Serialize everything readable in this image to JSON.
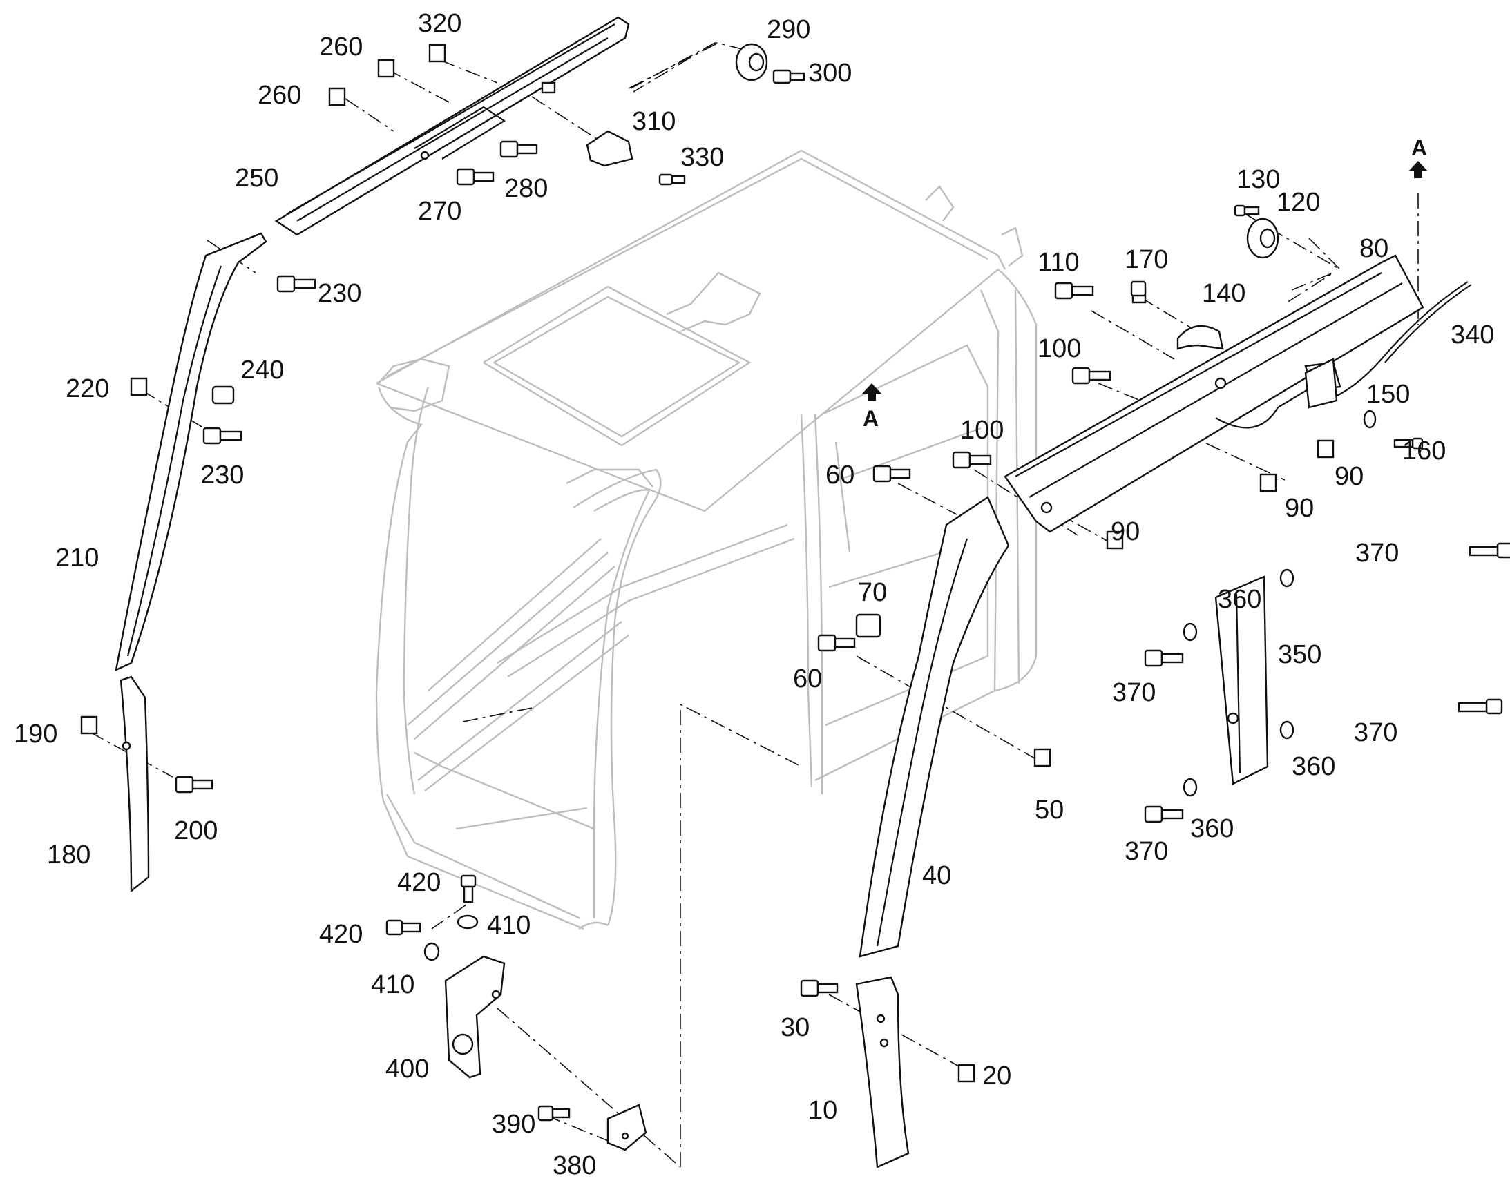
{
  "diagram": {
    "view_marker": "A",
    "callouts": [
      {
        "id": "c320",
        "text": "320"
      },
      {
        "id": "c290",
        "text": "290"
      },
      {
        "id": "c260a",
        "text": "260"
      },
      {
        "id": "c300",
        "text": "300"
      },
      {
        "id": "c260b",
        "text": "260"
      },
      {
        "id": "c310",
        "text": "310"
      },
      {
        "id": "c330",
        "text": "330"
      },
      {
        "id": "c250",
        "text": "250"
      },
      {
        "id": "c280",
        "text": "280"
      },
      {
        "id": "c270",
        "text": "270"
      },
      {
        "id": "c230a",
        "text": "230"
      },
      {
        "id": "c240",
        "text": "240"
      },
      {
        "id": "c220",
        "text": "220"
      },
      {
        "id": "c230b",
        "text": "230"
      },
      {
        "id": "c210",
        "text": "210"
      },
      {
        "id": "c190",
        "text": "190"
      },
      {
        "id": "c200",
        "text": "200"
      },
      {
        "id": "c180",
        "text": "180"
      },
      {
        "id": "c130",
        "text": "130"
      },
      {
        "id": "c120",
        "text": "120"
      },
      {
        "id": "c170",
        "text": "170"
      },
      {
        "id": "c110",
        "text": "110"
      },
      {
        "id": "c80",
        "text": "80"
      },
      {
        "id": "c140",
        "text": "140"
      },
      {
        "id": "c340",
        "text": "340"
      },
      {
        "id": "c100a",
        "text": "100"
      },
      {
        "id": "c150",
        "text": "150"
      },
      {
        "id": "c100b",
        "text": "100"
      },
      {
        "id": "c160",
        "text": "160"
      },
      {
        "id": "c90a",
        "text": "90"
      },
      {
        "id": "c60a",
        "text": "60"
      },
      {
        "id": "c90b",
        "text": "90"
      },
      {
        "id": "c90c",
        "text": "90"
      },
      {
        "id": "c370a",
        "text": "370"
      },
      {
        "id": "c360a",
        "text": "360"
      },
      {
        "id": "c70",
        "text": "70"
      },
      {
        "id": "c350",
        "text": "350"
      },
      {
        "id": "c60b",
        "text": "60"
      },
      {
        "id": "c370b",
        "text": "370"
      },
      {
        "id": "c370c",
        "text": "370"
      },
      {
        "id": "c360b",
        "text": "360"
      },
      {
        "id": "c50",
        "text": "50"
      },
      {
        "id": "c360c",
        "text": "360"
      },
      {
        "id": "c370d",
        "text": "370"
      },
      {
        "id": "c40",
        "text": "40"
      },
      {
        "id": "c420a",
        "text": "420"
      },
      {
        "id": "c410a",
        "text": "410"
      },
      {
        "id": "c420b",
        "text": "420"
      },
      {
        "id": "c410b",
        "text": "410"
      },
      {
        "id": "c400",
        "text": "400"
      },
      {
        "id": "c30",
        "text": "30"
      },
      {
        "id": "c20",
        "text": "20"
      },
      {
        "id": "c10",
        "text": "10"
      },
      {
        "id": "c390",
        "text": "390"
      },
      {
        "id": "c380",
        "text": "380"
      }
    ]
  }
}
